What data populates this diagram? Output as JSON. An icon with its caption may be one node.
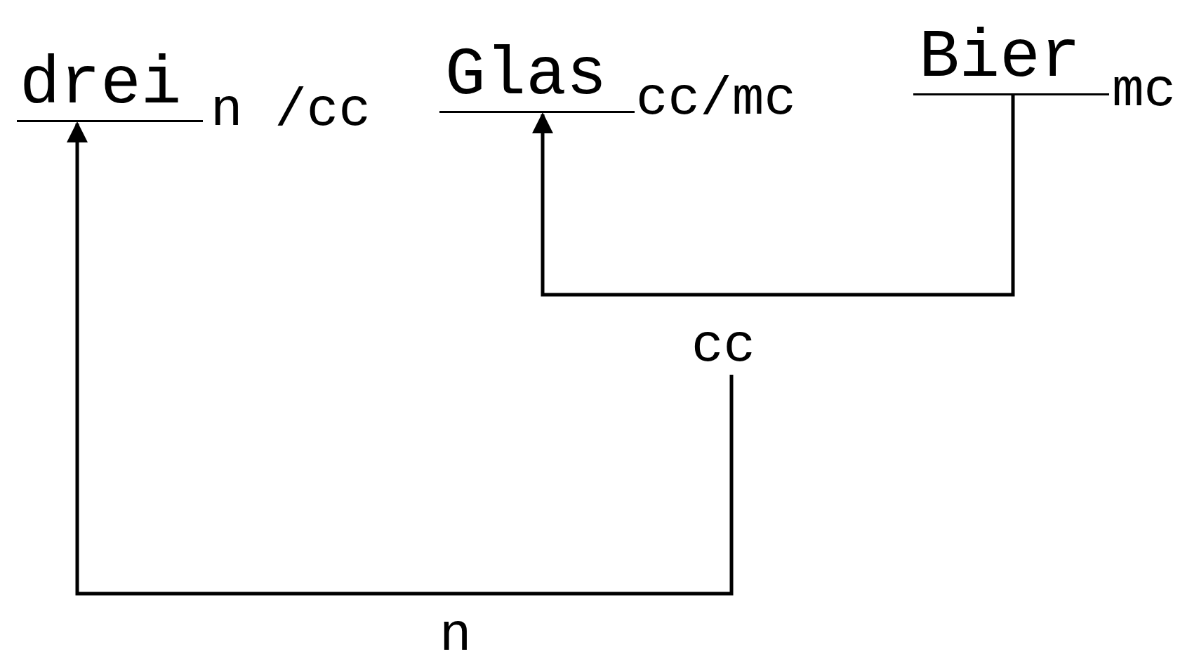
{
  "diagram": {
    "nodes": [
      {
        "text": [
          "drei"
        ],
        "beside": [
          "n /cc"
        ]
      },
      {
        "text": [
          "Glas"
        ],
        "beside": [
          "cc/mc"
        ]
      },
      {
        "text": [
          "Bier"
        ],
        "beside": [
          "mc"
        ]
      },
      {
        "text": [
          "cc"
        ]
      }
    ],
    "edges": [
      {
        "from": 2,
        "to": 1,
        "arrow": "to"
      },
      {
        "from": 3,
        "to": 0,
        "arrow": "to",
        "label": "n"
      }
    ]
  }
}
